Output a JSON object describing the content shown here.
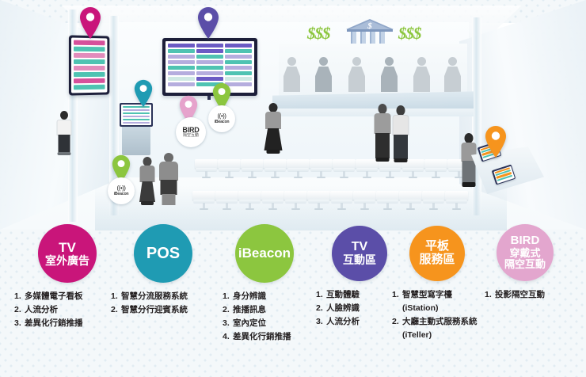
{
  "scene": {
    "title_emblem": "bank-building",
    "money_left": "$$$",
    "money_right": "$$$",
    "pins": [
      {
        "name": "tv-outdoor-pin",
        "color": "#c9157a",
        "label": "",
        "sub": ""
      },
      {
        "name": "digital-signage-pin",
        "color": "#5b4ea8",
        "label": "",
        "sub": ""
      },
      {
        "name": "pos-pin",
        "color": "#1f9bb3",
        "label": "",
        "sub": ""
      },
      {
        "name": "bird-pin",
        "color": "#e6a3cc",
        "label": "BIRD",
        "sub": "隔空互動"
      },
      {
        "name": "ibeacon-pin-center",
        "color": "#8cc63f",
        "label": "iBeacon",
        "sub": ""
      },
      {
        "name": "ibeacon-pin-left",
        "color": "#8cc63f",
        "label": "iBeacon",
        "sub": ""
      },
      {
        "name": "tablet-pin",
        "color": "#f6941d",
        "label": "",
        "sub": ""
      }
    ]
  },
  "categories": [
    {
      "id": "tv-outdoor",
      "color": "#c9157a",
      "lines": [
        "TV",
        "室外廣告"
      ],
      "items": [
        "多媒體電子看板",
        "人流分析",
        "差異化行銷推播"
      ]
    },
    {
      "id": "pos",
      "color": "#1f9bb3",
      "lines": [
        "POS"
      ],
      "items": [
        "智慧分流服務系統",
        "智慧分行迎賓系統"
      ]
    },
    {
      "id": "ibeacon",
      "color": "#8cc63f",
      "lines": [
        "iBeacon"
      ],
      "items": [
        "身分辨識",
        "推播訊息",
        "室內定位",
        "差異化行銷推播"
      ]
    },
    {
      "id": "tv-interactive",
      "color": "#5b4ea8",
      "lines": [
        "TV",
        "互動區"
      ],
      "items": [
        "互動體驗",
        "人臉辨識",
        "人流分析"
      ]
    },
    {
      "id": "tablet-service",
      "color": "#f6941d",
      "lines": [
        "平板",
        "服務區"
      ],
      "items": [
        "智慧型寫字檯(iStation)",
        "大廳主動式服務系統(iTeller)"
      ]
    },
    {
      "id": "bird-wearable",
      "color": "#e3a6ce",
      "lines": [
        "BIRD",
        "穿戴式",
        "隔空互動"
      ],
      "items": [
        "投影隔空互動"
      ]
    }
  ]
}
